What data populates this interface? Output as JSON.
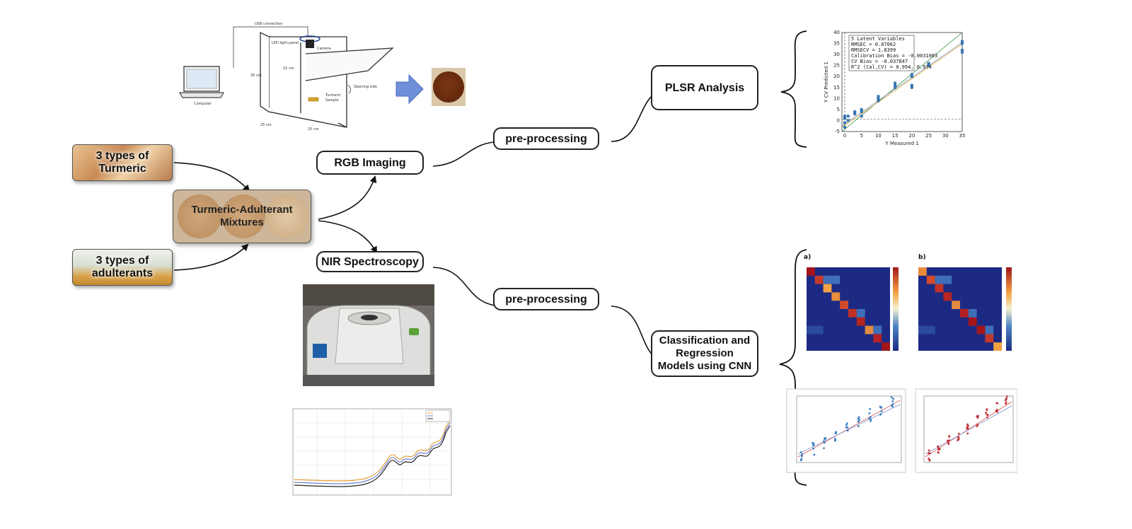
{
  "flow": {
    "rgb_imaging": "RGB Imaging",
    "nir_spectroscopy": "NIR Spectroscopy",
    "preprocessing_top": "pre-processing",
    "preprocessing_bottom": "pre-processing",
    "plsr": "PLSR Analysis",
    "cnn_line1": "Classification and",
    "cnn_line2": "Regression",
    "cnn_line3": "Models using CNN"
  },
  "inputs": {
    "turmeric_line1": "3 types of",
    "turmeric_line2": "Turmeric",
    "adulterants_line1": "3 types of",
    "adulterants_line2": "adulterants",
    "mixtures_line1": "Turmeric-Adulterant",
    "mixtures_line2": "Mixtures"
  },
  "rgb_setup": {
    "usb": "USB connection",
    "led": "LED light panel",
    "camera": "Camera",
    "opening": "Opening side",
    "sample_line1": "Turmeric",
    "sample_line2": "Sample",
    "computer": "Computer",
    "dim_height": "35 cm",
    "dim_inner": "22 cm",
    "dim_depth": "25 cm",
    "dim_width": "25 cm"
  },
  "plsr_plot": {
    "stats": [
      "5 Latent Variables",
      "RMSEC = 0.87062",
      "RMSECV = 1.8399",
      "Calibration Bias = -0.0031003",
      "CV Bias = -0.037847",
      "R^2 (Cal,CV) = 0.994, 0.974"
    ],
    "xlabel": "Y Measured 1",
    "ylabel": "Y CV Predicted 1",
    "xticks": [
      "0",
      "5",
      "10",
      "15",
      "20",
      "25",
      "30",
      "35"
    ],
    "yticks": [
      "40",
      "35",
      "30",
      "25",
      "20",
      "15",
      "10",
      "5",
      "0",
      "-5"
    ]
  },
  "cnn_panels": {
    "label_a": "a)",
    "label_b": "b)"
  },
  "colors": {
    "box_border": "#222222",
    "arrow": "#111111",
    "arrow_blue": "#6f8fd8",
    "scatter_blue": "#3a7fc1",
    "turmeric_brown": "#6b2e12",
    "heatmap_bg": "#1d2a84"
  }
}
